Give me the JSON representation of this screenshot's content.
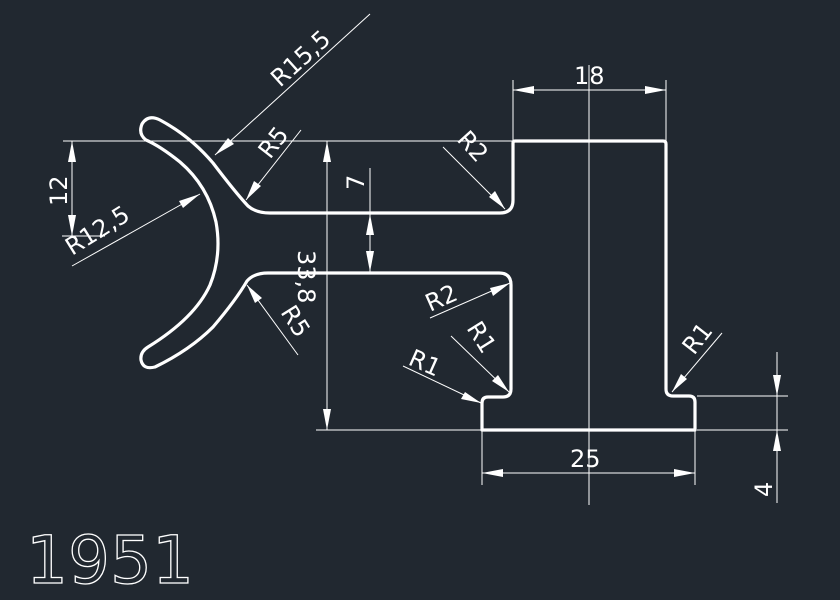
{
  "drawing": {
    "part_number": "1951",
    "dimensions": {
      "width_top": "18",
      "width_base": "25",
      "height_total": "33,8",
      "slot_gap": "7",
      "arc_height": "12",
      "base_thickness": "4"
    },
    "radii": {
      "outer_arc": "R15,5",
      "inner_arc": "R12,5",
      "neck_upper": "R5",
      "neck_lower": "R5",
      "slot_upper": "R2",
      "slot_lower": "R2",
      "foot_inner": "R1",
      "foot_left": "R1",
      "foot_right": "R1"
    },
    "colors": {
      "background": "#212830",
      "lines": "#ffffff"
    }
  }
}
